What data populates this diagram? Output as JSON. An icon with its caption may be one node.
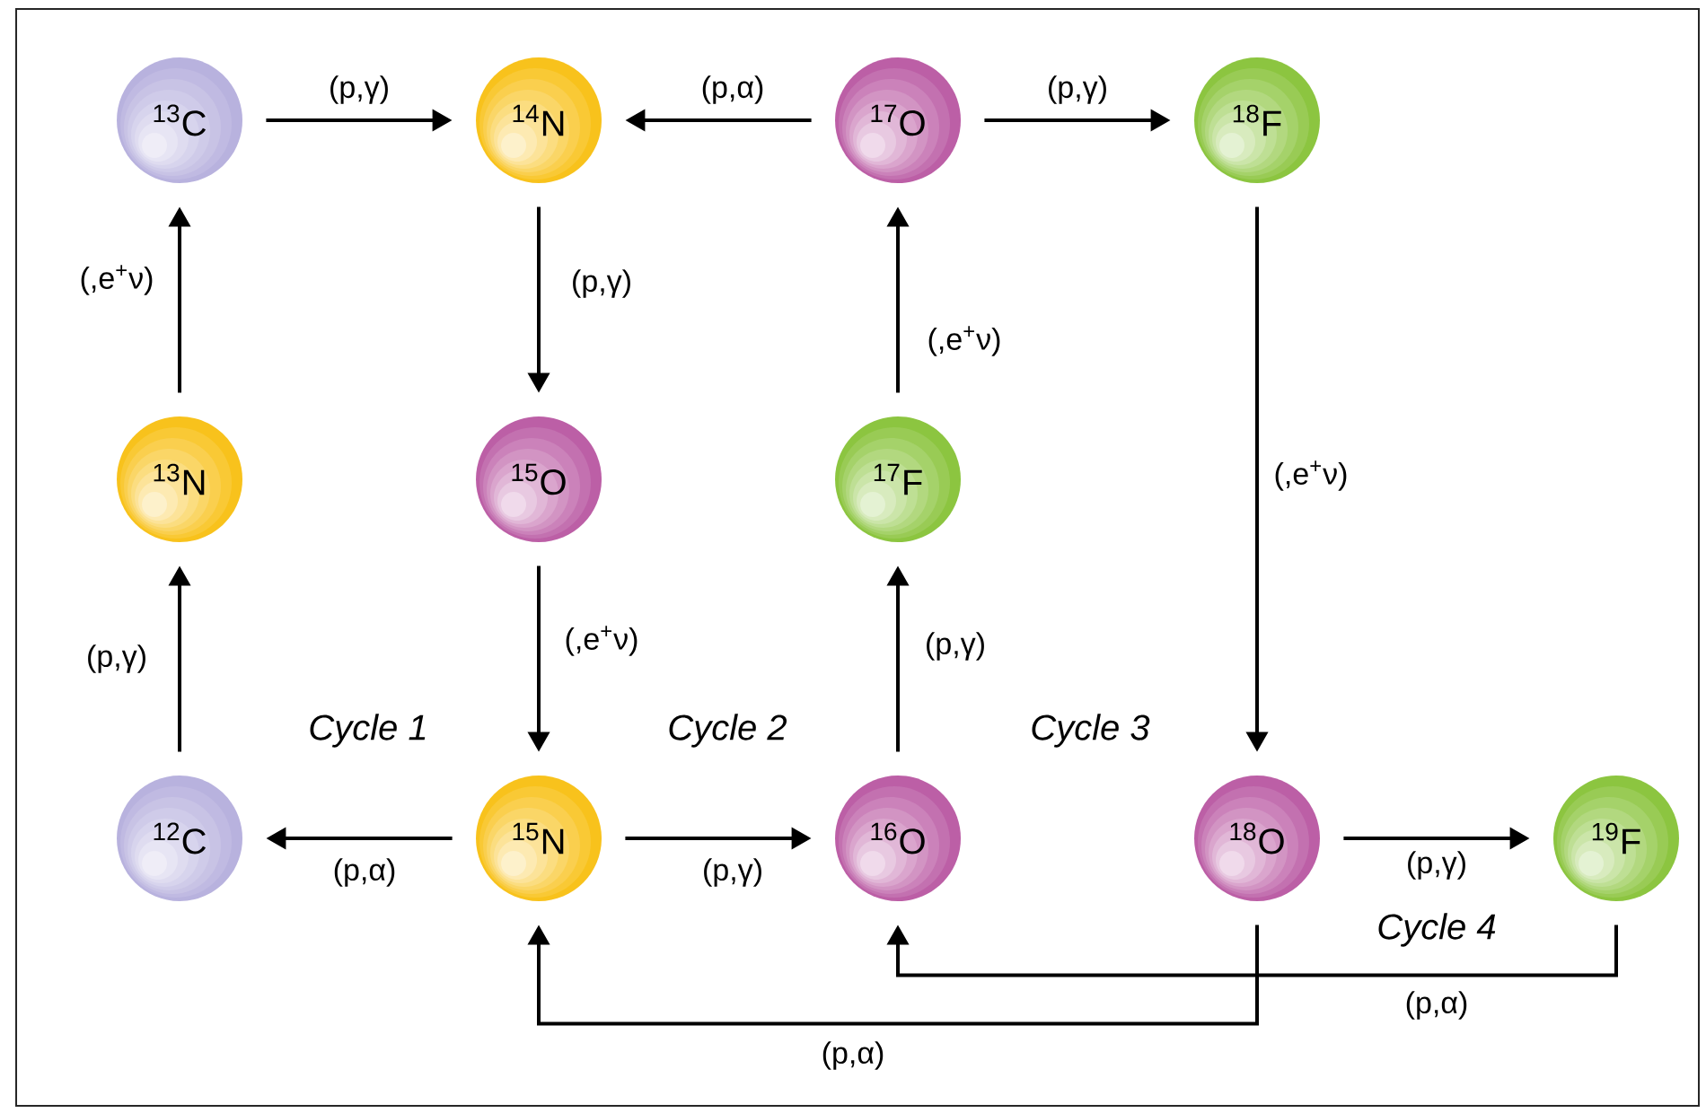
{
  "diagram": {
    "nodes": [
      {
        "text": [
          "$^{13}$C"
        ]
      },
      {
        "text": [
          "$^{14}$N"
        ]
      },
      {
        "text": [
          "$^{17}$O"
        ]
      },
      {
        "text": [
          "$^{18}$F"
        ]
      },
      {
        "text": [
          "$^{13}$N"
        ]
      },
      {
        "text": [
          "$^{15}$O"
        ]
      },
      {
        "text": [
          "$^{17}$F"
        ]
      },
      {
        "text": [
          "$^{12}$C"
        ]
      },
      {
        "text": [
          "$^{15}$N"
        ]
      },
      {
        "text": [
          "$^{16}$O"
        ]
      },
      {
        "text": [
          "$^{18}$O"
        ]
      },
      {
        "text": [
          "$^{19}$F"
        ]
      }
    ],
    "edges": [
      {
        "from": 0,
        "to": 1,
        "arrow": "to",
        "label": "(p,γ)"
      },
      {
        "from": 2,
        "to": 1,
        "arrow": "to",
        "label": "(p,α)"
      },
      {
        "from": 2,
        "to": 3,
        "arrow": "to",
        "label": "(p,γ)"
      },
      {
        "from": 4,
        "to": 0,
        "arrow": "to",
        "label": "(,e$^{+}$ν)"
      },
      {
        "from": 1,
        "to": 5,
        "arrow": "to",
        "label": "(p,γ)"
      },
      {
        "from": 6,
        "to": 2,
        "arrow": "to",
        "label": "(,e$^{+}$ν)"
      },
      {
        "from": 3,
        "to": 10,
        "arrow": "to",
        "label": "(,e$^{+}$ν)"
      },
      {
        "from": 7,
        "to": 4,
        "arrow": "to",
        "label": "(p,γ)"
      },
      {
        "from": 5,
        "to": 8,
        "arrow": "to",
        "label": "(,e$^{+}$ν)"
      },
      {
        "from": 9,
        "to": 6,
        "arrow": "to",
        "label": "(p,γ)"
      },
      {
        "from": 8,
        "to": 7,
        "arrow": "to",
        "label": "(p,α)"
      },
      {
        "from": 8,
        "to": 9,
        "arrow": "to",
        "label": "(p,γ)"
      },
      {
        "from": 10,
        "to": 11,
        "arrow": "to",
        "label": "(p,γ)"
      },
      {
        "from": 11,
        "to": 9,
        "arrow": "to",
        "label": "(p,α)"
      },
      {
        "from": 10,
        "to": 8,
        "arrow": "to",
        "label": "(p,α)"
      }
    ],
    "labels": [
      "Cycle 1",
      "Cycle 2",
      "Cycle 3",
      "Cycle 4"
    ]
  }
}
